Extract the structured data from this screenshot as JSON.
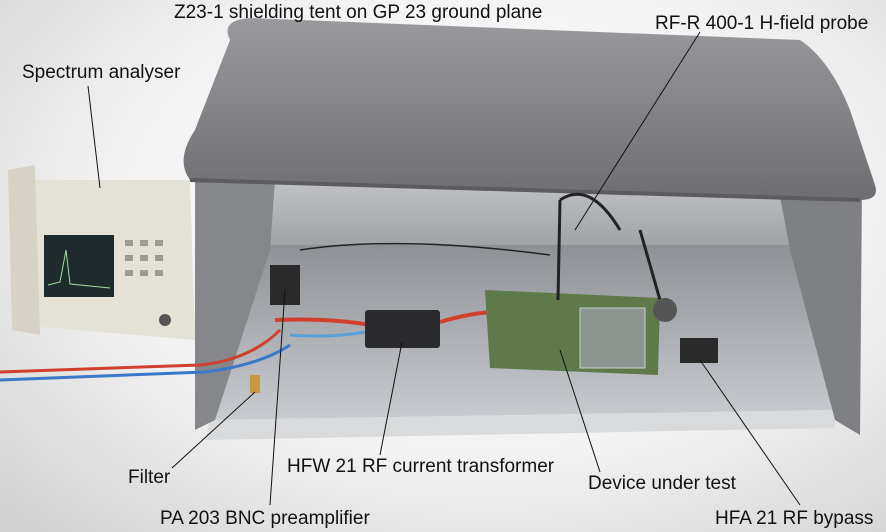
{
  "labels": {
    "tent": "Z23-1 shielding tent on GP 23 ground plane",
    "probe": "RF-R 400-1 H-field probe",
    "analyser": "Spectrum analyser",
    "filter": "Filter",
    "transformer": "HFW 21 RF current transformer",
    "dut": "Device under test",
    "preamp": "PA 203 BNC preamplifier",
    "bypass": "HFA 21 RF bypass"
  },
  "colors": {
    "tent": "#8a8a8e",
    "ground_plane": "#b9bcc0",
    "pcb": "#5e7a4a",
    "cable_red": "#d0402c",
    "cable_blue": "#3a78c8"
  }
}
